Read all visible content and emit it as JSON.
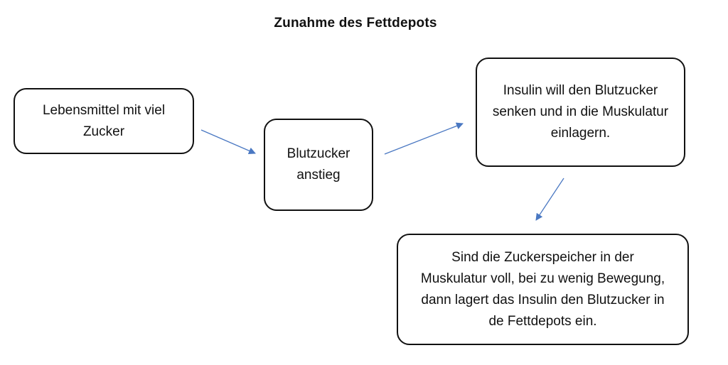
{
  "diagram": {
    "title": "Zunahme des Fettdepots",
    "nodes": [
      {
        "id": "lebensmittel",
        "text": "Lebensmittel mit viel Zucker"
      },
      {
        "id": "blutzucker-anstieg",
        "text": "Blutzucker anstieg"
      },
      {
        "id": "insulin",
        "text": "Insulin will den Blutzucker senken und in die Muskulatur einlagern."
      },
      {
        "id": "zuckerspeicher",
        "text": "Sind die Zuckerspeicher in der Muskulatur voll, bei zu wenig Bewegung, dann lagert das Insulin den Blutzucker in de Fettdepots ein."
      }
    ],
    "edges": [
      {
        "from": "lebensmittel",
        "to": "blutzucker-anstieg"
      },
      {
        "from": "blutzucker-anstieg",
        "to": "insulin"
      },
      {
        "from": "insulin",
        "to": "zuckerspeicher"
      }
    ],
    "arrow_color": "#4a78c2"
  }
}
